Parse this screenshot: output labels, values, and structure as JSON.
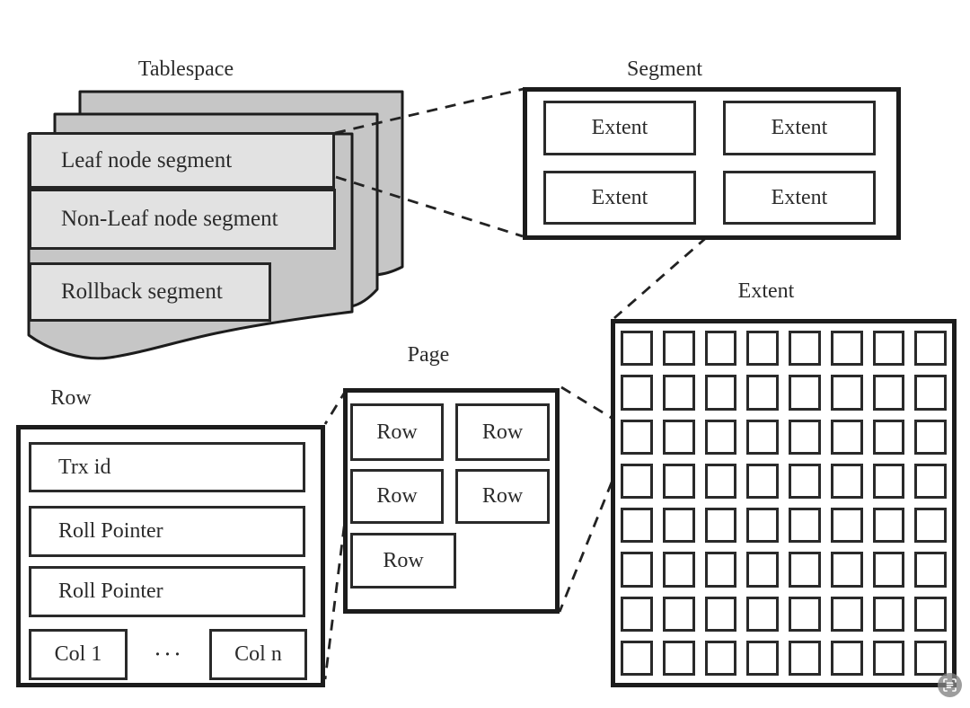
{
  "tablespace": {
    "title": "Tablespace",
    "bar1": "Leaf node segment",
    "bar2": "Non-Leaf node segment",
    "bar3": "Rollback segment"
  },
  "segment": {
    "title": "Segment",
    "extent1": "Extent",
    "extent2": "Extent",
    "extent3": "Extent",
    "extent4": "Extent"
  },
  "extent": {
    "title": "Extent",
    "grid_rows": 8,
    "grid_cols": 8
  },
  "page": {
    "title": "Page",
    "row1": "Row",
    "row2": "Row",
    "row3": "Row",
    "row4": "Row",
    "row5": "Row"
  },
  "row": {
    "title": "Row",
    "field1": "Trx id",
    "field2": "Roll Pointer",
    "field3": "Roll Pointer",
    "col_first": "Col 1",
    "col_ellipsis": "···",
    "col_last": "Col n"
  },
  "icons": {
    "watermark": "scan-text-icon"
  },
  "colors": {
    "background": "#ffffff",
    "sheet_fill": "#c6c6c6",
    "bar_fill": "#e2e2e2",
    "line": "#1c1c1c"
  }
}
